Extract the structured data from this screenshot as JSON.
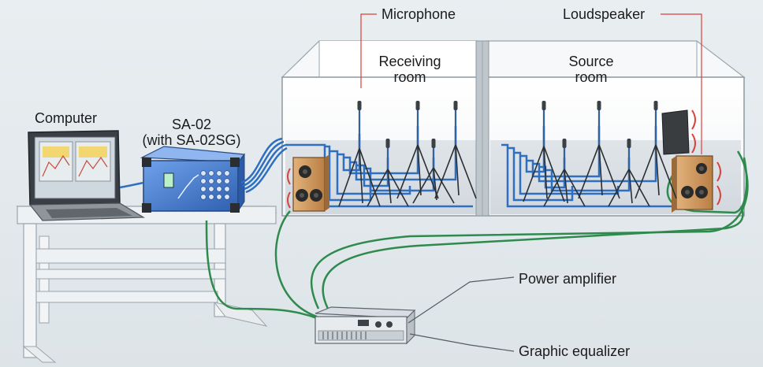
{
  "labels": {
    "microphone": "Microphone",
    "loudspeaker": "Loudspeaker",
    "receiving_room": [
      "Receiving",
      "room"
    ],
    "source_room": [
      "Source",
      "room"
    ],
    "computer": "Computer",
    "device": [
      "SA-02",
      "(with SA-02SG)"
    ],
    "power_amplifier": "Power amplifier",
    "graphic_equalizer": "Graphic equalizer"
  },
  "colors": {
    "cable_blue": "#2f6fbf",
    "cable_green": "#2f8a4e",
    "callout_red": "#d9413a",
    "device_body": "#4b7fd1",
    "speaker_wood": "#c9925a"
  }
}
